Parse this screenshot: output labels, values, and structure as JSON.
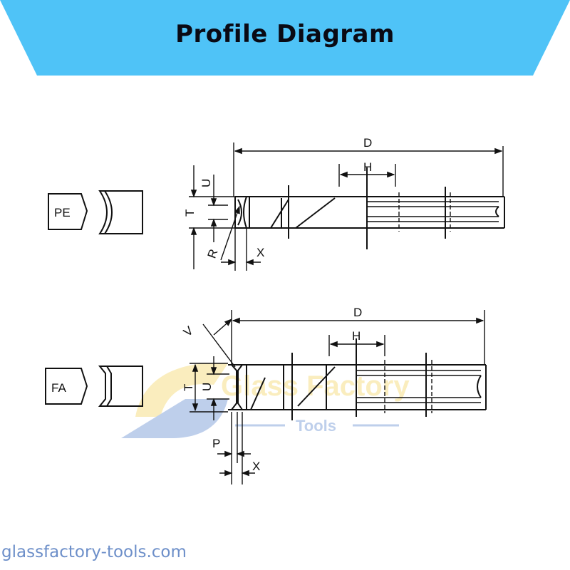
{
  "header": {
    "title": "Profile Diagram",
    "banner_color": "#4fc3f7"
  },
  "profiles": [
    {
      "code": "PE",
      "dimensions": {
        "length": "D",
        "hole": "H",
        "thickness": "T",
        "groove": "U",
        "radius": "R",
        "step": "X"
      }
    },
    {
      "code": "FA",
      "dimensions": {
        "length": "D",
        "hole": "H",
        "thickness": "T",
        "groove": "U",
        "angle": "V",
        "bevel": "P",
        "step": "X"
      }
    }
  ],
  "watermark": {
    "brand": "Glass Factory",
    "sub": "Tools"
  },
  "footer": {
    "website": "glassfactory-tools.com"
  }
}
